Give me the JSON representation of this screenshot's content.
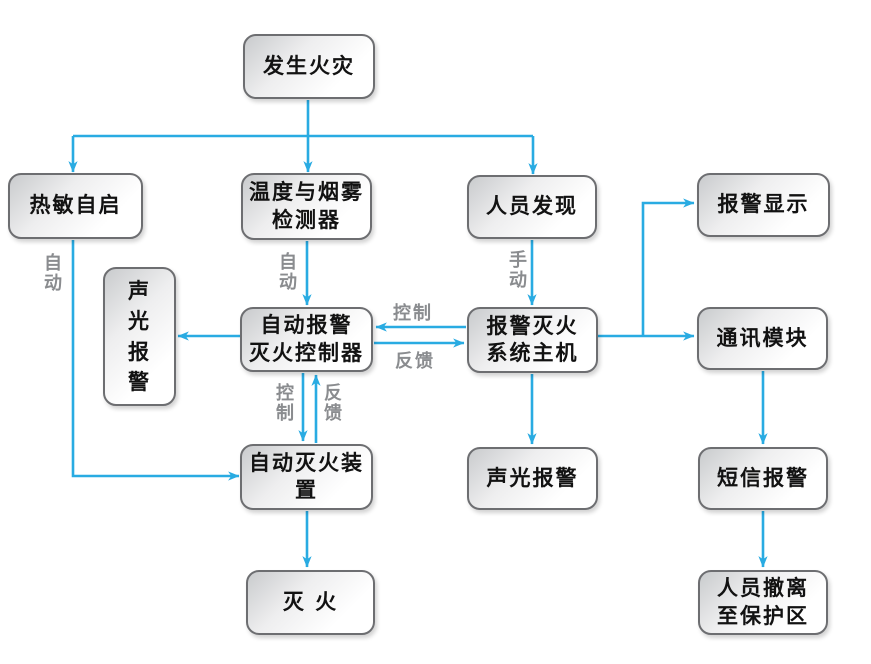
{
  "diagram": {
    "type": "flowchart",
    "language": "zh-CN",
    "topic": "fire alarm and extinguishing system flow"
  },
  "colors": {
    "arrow": "#29abe2",
    "box_border": "#6d6e71",
    "box_fill_top": "#c9cbcd",
    "box_fill_bottom": "#ffffff",
    "node_text": "#121212",
    "edge_label_text": "#8a8c8f",
    "background": "#ffffff"
  },
  "nodes": {
    "fire": {
      "label": "发生火灾"
    },
    "thermal": {
      "label": "热敏自启"
    },
    "detector": {
      "label": "温度与烟雾\n检测器"
    },
    "personnel": {
      "label": "人员发现"
    },
    "alarm_display": {
      "label": "报警显示"
    },
    "sound_light_vertical": {
      "label": "声光报警"
    },
    "controller": {
      "label": "自动报警\n灭火控制器"
    },
    "host": {
      "label": "报警灭火\n系统主机"
    },
    "comm": {
      "label": "通讯模块"
    },
    "auto_extinguisher": {
      "label": "自动灭火装置"
    },
    "sound_light": {
      "label": "声光报警"
    },
    "sms": {
      "label": "短信报警"
    },
    "extinguish": {
      "label": "灭 火"
    },
    "evacuate": {
      "label": "人员撤离\n至保护区"
    }
  },
  "edge_labels": [
    {
      "id": "auto_left",
      "text": "自动",
      "orientation": "vertical"
    },
    {
      "id": "auto_mid",
      "text": "自动",
      "orientation": "vertical"
    },
    {
      "id": "manual",
      "text": "手动",
      "orientation": "vertical"
    },
    {
      "id": "control_h",
      "text": "控制",
      "orientation": "horizontal"
    },
    {
      "id": "feedback_h",
      "text": "反馈",
      "orientation": "horizontal"
    },
    {
      "id": "control_v",
      "text": "控制",
      "orientation": "vertical"
    },
    {
      "id": "feedback_v",
      "text": "反馈",
      "orientation": "vertical"
    }
  ]
}
